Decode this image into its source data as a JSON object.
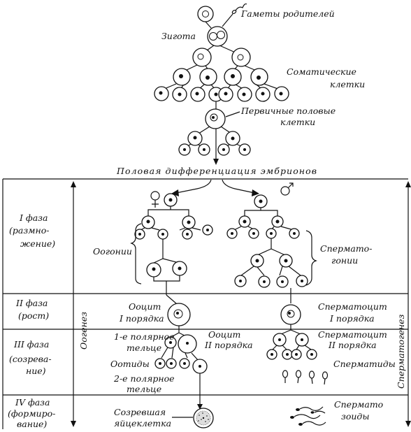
{
  "labels": {
    "gametes": "Гаметы родителей",
    "zygote": "Зигота",
    "somatic_1": "Соматические",
    "somatic_2": "клетки",
    "primordial_1": "Первичные половые",
    "primordial_2": "клетки",
    "sex_diff": "Половая дифференциация эмбрионов",
    "phase1_1": "I фаза",
    "phase1_2": "(размно-",
    "phase1_3": "жение)",
    "phase2_1": "II фаза",
    "phase2_2": "(рост)",
    "phase3_1": "III фаза",
    "phase3_2": "(созрева-",
    "phase3_3": "ние)",
    "phase4_1": "IV фаза",
    "phase4_2": "(формиро-",
    "phase4_3": "вание)",
    "oogonia": "Оогонии",
    "spermatogonia_1": "Сперматo-",
    "spermatogonia_2": "гонии",
    "oocyte1_1": "Ооцит",
    "oocyte1_2": "I порядка",
    "spermatocyte1_1": "Сперматоцит",
    "spermatocyte1_2": "I порядка",
    "polar1_1": "1-е полярное",
    "polar1_2": "тельце",
    "oocyte2_1": "Ооцит",
    "oocyte2_2": "II порядка",
    "spermatocyte2_1": "Сперматоцит",
    "spermatocyte2_2": "II порядка",
    "ootids": "Оотиды",
    "spermatids": "Сперматиды",
    "polar2_1": "2-е полярное",
    "polar2_2": "тельце",
    "spermatozoa_1": "Сперматo",
    "spermatozoa_2": "зоиды",
    "mature_egg_1": "Созревшая",
    "mature_egg_2": "яйцеклетка",
    "oogenesis": "Оогенез",
    "spermatogenesis": "Сперматогенез",
    "female_symbol_icon": "female-symbol-icon",
    "male_symbol_icon": "male-symbol-icon"
  },
  "colors": {
    "ink": "#111111",
    "background": "#ffffff"
  }
}
